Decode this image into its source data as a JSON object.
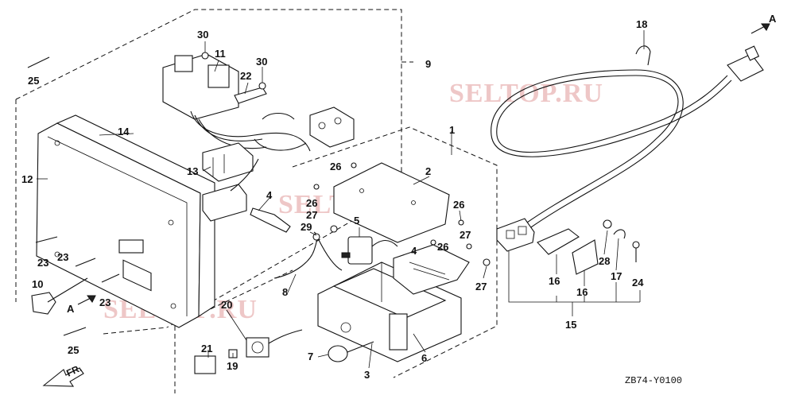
{
  "diagram": {
    "callouts": [
      {
        "id": "c30a",
        "text": "30"
      },
      {
        "id": "c11",
        "text": "11"
      },
      {
        "id": "c30b",
        "text": "30"
      },
      {
        "id": "c22",
        "text": "22"
      },
      {
        "id": "c9",
        "text": "9"
      },
      {
        "id": "c25a",
        "text": "25"
      },
      {
        "id": "c14",
        "text": "14"
      },
      {
        "id": "c12",
        "text": "12"
      },
      {
        "id": "c13",
        "text": "13"
      },
      {
        "id": "c26a",
        "text": "26"
      },
      {
        "id": "c26b",
        "text": "26"
      },
      {
        "id": "c27a",
        "text": "27"
      },
      {
        "id": "c4a",
        "text": "4"
      },
      {
        "id": "c2",
        "text": "2"
      },
      {
        "id": "c1",
        "text": "1"
      },
      {
        "id": "c26c",
        "text": "26"
      },
      {
        "id": "c27b",
        "text": "27"
      },
      {
        "id": "c26d",
        "text": "26"
      },
      {
        "id": "c5",
        "text": "5"
      },
      {
        "id": "c29",
        "text": "29"
      },
      {
        "id": "c4b",
        "text": "4"
      },
      {
        "id": "c27c",
        "text": "27"
      },
      {
        "id": "c23a",
        "text": "23"
      },
      {
        "id": "c23b",
        "text": "23"
      },
      {
        "id": "c23c",
        "text": "23"
      },
      {
        "id": "c10",
        "text": "10"
      },
      {
        "id": "c8",
        "text": "8"
      },
      {
        "id": "c20",
        "text": "20"
      },
      {
        "id": "c25b",
        "text": "25"
      },
      {
        "id": "c21",
        "text": "21"
      },
      {
        "id": "c19",
        "text": "19"
      },
      {
        "id": "c7",
        "text": "7"
      },
      {
        "id": "c3",
        "text": "3"
      },
      {
        "id": "c6",
        "text": "6"
      },
      {
        "id": "c18",
        "text": "18"
      },
      {
        "id": "c28",
        "text": "28"
      },
      {
        "id": "c16a",
        "text": "16"
      },
      {
        "id": "c16b",
        "text": "16"
      },
      {
        "id": "c17",
        "text": "17"
      },
      {
        "id": "c24",
        "text": "24"
      },
      {
        "id": "c15",
        "text": "15"
      }
    ],
    "ref_a_top": "A",
    "ref_a_left": "A",
    "front_label": "FR.",
    "drawing_code": "ZB74-Y0100",
    "watermark": "SELTOP.RU"
  }
}
